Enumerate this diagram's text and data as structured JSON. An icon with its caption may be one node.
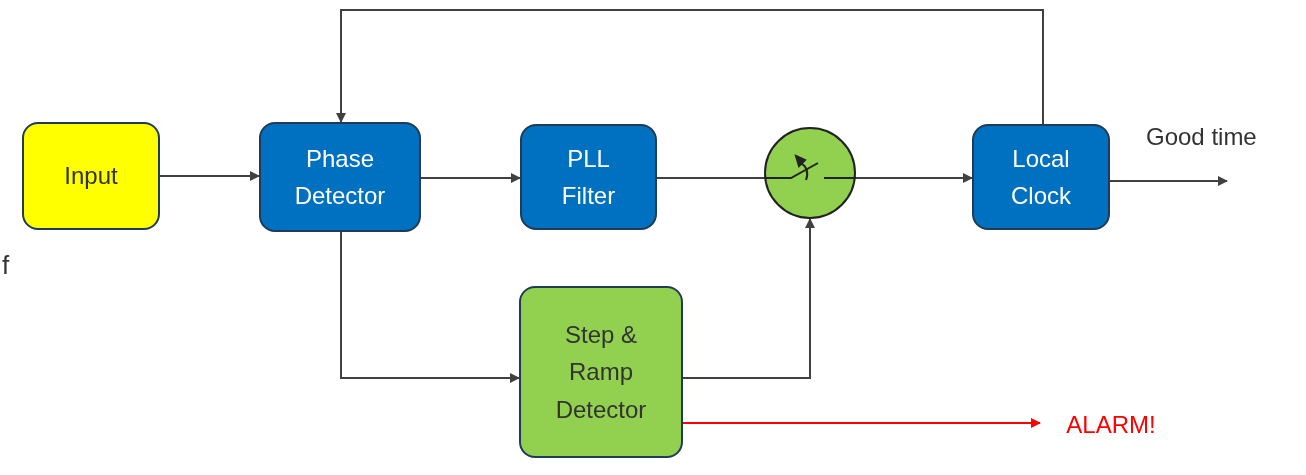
{
  "diagram": {
    "nodes": [
      {
        "text": [
          "Input"
        ]
      },
      {
        "text": [
          "Phase Detector"
        ]
      },
      {
        "text": [
          "PLL Filter"
        ]
      },
      {
        "text": [],
        "shape": "circle"
      },
      {
        "text": [
          "Local Clock"
        ]
      },
      {
        "text": [
          "Step & Ramp Detector"
        ]
      },
      {
        "text": [
          "ALARM!"
        ]
      }
    ],
    "edges": [
      {
        "from": 0,
        "to": 1,
        "arrow": "to"
      },
      {
        "from": 1,
        "to": 2,
        "arrow": "to"
      },
      {
        "from": 2,
        "to": 3,
        "arrow": "none"
      },
      {
        "from": 3,
        "to": 4,
        "arrow": "to"
      },
      {
        "from": 4,
        "to": 1,
        "arrow": "to"
      },
      {
        "from": 1,
        "to": 5,
        "arrow": "to"
      },
      {
        "from": 5,
        "to": 3,
        "arrow": "to"
      },
      {
        "from": 5,
        "to": 6,
        "arrow": "to",
        "color": "#ff0000"
      },
      {
        "from": 4,
        "to": null,
        "arrow": "to",
        "label": "Good time"
      }
    ],
    "labels": [
      "f"
    ]
  }
}
